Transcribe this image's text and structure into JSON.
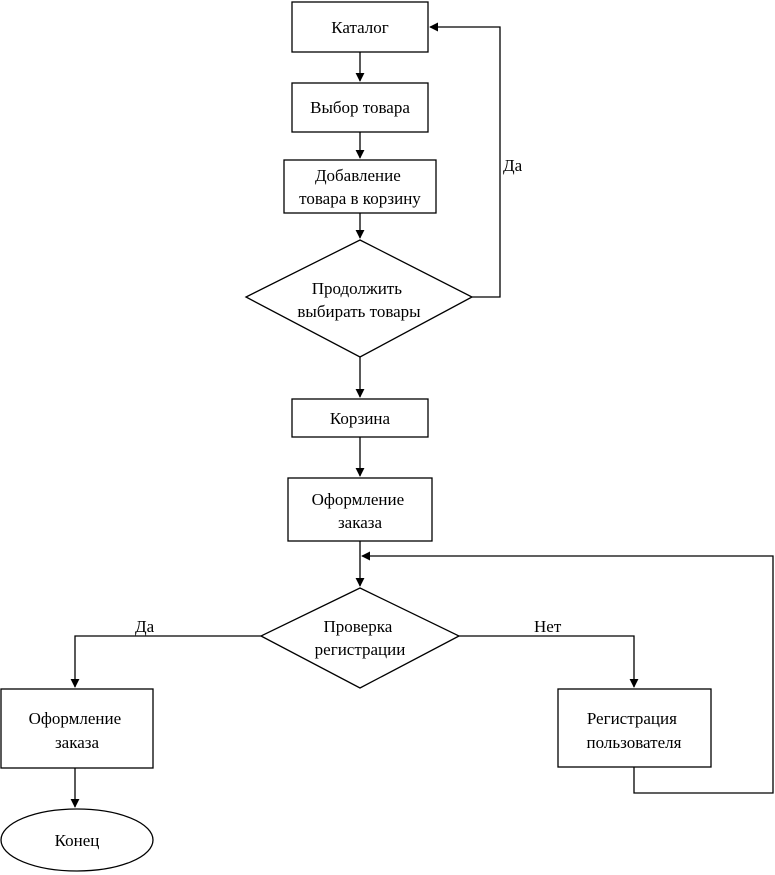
{
  "nodes": {
    "catalog": [
      "Каталог"
    ],
    "select": [
      "Выбор товара"
    ],
    "add_to_cart": [
      "Добавление",
      "товара в корзину"
    ],
    "continue_decision": [
      "Продолжить",
      "выбирать товары"
    ],
    "cart": [
      "Корзина"
    ],
    "checkout_top": [
      "Оформление",
      "заказа"
    ],
    "registration_check": [
      "Проверка",
      "регистрации"
    ],
    "checkout_left": [
      "Оформление",
      "заказа"
    ],
    "register_user": [
      "Регистрация",
      "пользователя"
    ],
    "end": [
      "Конец"
    ]
  },
  "edges": {
    "yes_continue": "Да",
    "yes_registered": "Да",
    "no_registered": "Нет"
  }
}
